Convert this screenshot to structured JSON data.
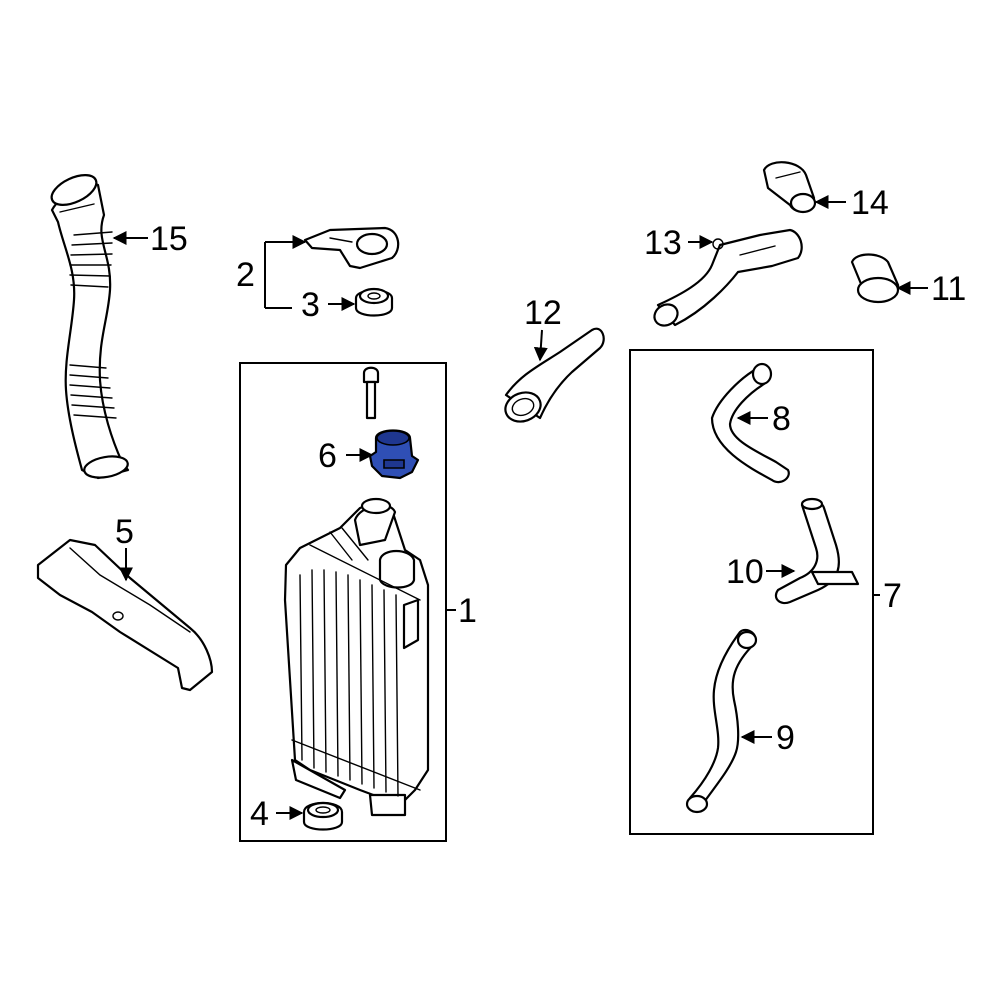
{
  "diagram": {
    "callouts": {
      "c1": "1",
      "c2": "2",
      "c3": "3",
      "c4": "4",
      "c5": "5",
      "c6": "6",
      "c7": "7",
      "c8": "8",
      "c9": "9",
      "c10": "10",
      "c11": "11",
      "c12": "12",
      "c13": "13",
      "c14": "14",
      "c15": "15"
    },
    "highlighted_part": "6",
    "colors": {
      "highlight": "#2f4fb5",
      "line": "#000000",
      "background": "#ffffff"
    }
  }
}
